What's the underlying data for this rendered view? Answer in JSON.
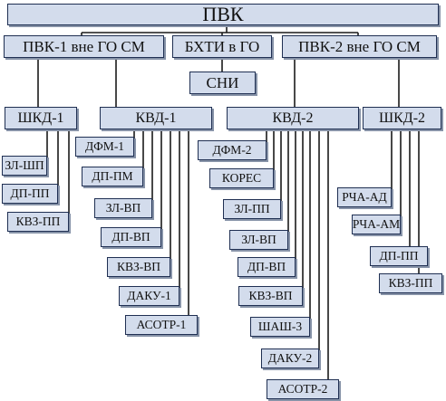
{
  "diagram": {
    "root": "ПВК",
    "level1": {
      "pvk1": "ПВК-1 вне ГО СМ",
      "bkhti": "БХТИ в ГО",
      "pvk2": "ПВК-2 вне ГО СМ"
    },
    "sni": "СНИ",
    "level2": {
      "shkd1": "ШКД-1",
      "kvd1": "КВД-1",
      "kvd2": "КВД-2",
      "shkd2": "ШКД-2"
    },
    "shkd1_children": [
      "ЗЛ-ШП",
      "ДП-ПП",
      "КВЗ-ПП"
    ],
    "kvd1_children": [
      "ДФМ-1",
      "ДП-ПМ",
      "ЗЛ-ВП",
      "ДП-ВП",
      "КВЗ-ВП",
      "ДАКУ-1",
      "АСОТР-1"
    ],
    "kvd2_children": [
      "ДФМ-2",
      "КОРЕС",
      "ЗЛ-ПП",
      "ЗЛ-ВП",
      "ДП-ВП",
      "КВЗ-ВП",
      "ШАШ-3",
      "ДАКУ-2",
      "АСОТР-2"
    ],
    "shkd2_children": [
      "РЧА-АД",
      "РЧА-АМ",
      "ДП-ПП",
      "КВЗ-ПП"
    ]
  },
  "colors": {
    "box_fill": "#d3dcec",
    "box_border": "#1f2f52",
    "lines": "#1a1a1a"
  }
}
